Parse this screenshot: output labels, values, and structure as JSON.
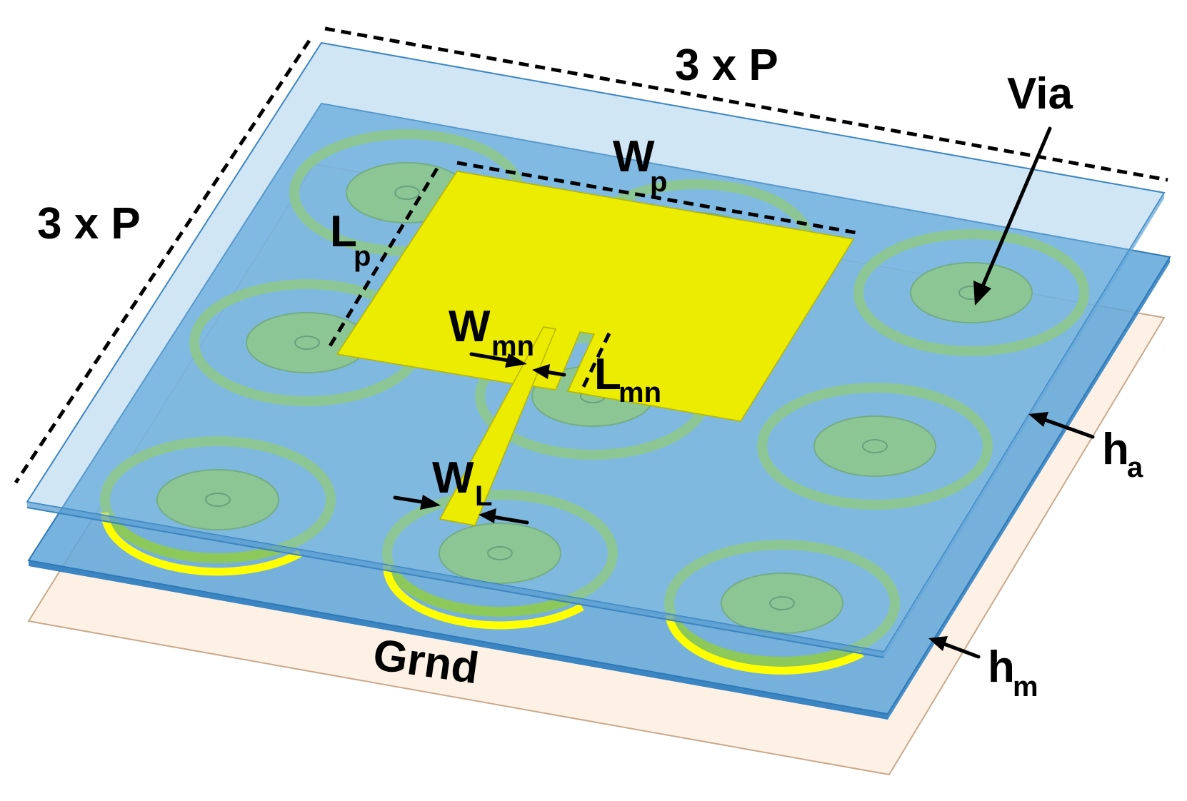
{
  "labels": {
    "period_top": "3 x P",
    "period_left": "3 x P",
    "via": "Via",
    "patch_width": {
      "main": "W",
      "sub": "p"
    },
    "patch_length": {
      "main": "L",
      "sub": "p"
    },
    "notch_width": {
      "main": "W",
      "sub": "mn"
    },
    "notch_length": {
      "main": "L",
      "sub": "mn"
    },
    "line_width": {
      "main": "W",
      "sub": "L"
    },
    "antenna_height": {
      "main": "h",
      "sub": "a"
    },
    "metasurface_height": {
      "main": "h",
      "sub": "m"
    },
    "ground": "Grnd"
  },
  "colors": {
    "ground_plane": "#fdf1e6",
    "ground_edge": "#c9a98b",
    "substrate": "#6fb0de",
    "substrate_edge": "#2f79b8",
    "unit_cell": "#8cc85a",
    "patch": "#ecec00",
    "ring_highlight": "#ffff00"
  }
}
